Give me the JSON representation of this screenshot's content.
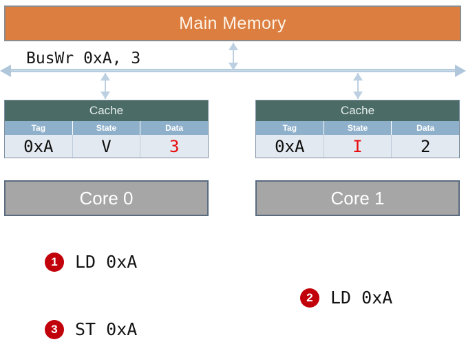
{
  "diagram": {
    "memory": {
      "label": "Main Memory",
      "color": "#DC7E3F"
    },
    "bus": {
      "label": "BusWr 0xA, 3",
      "color": "#C9D9E8"
    },
    "caches": [
      {
        "title": "Cache",
        "columns": [
          "Tag",
          "State",
          "Data"
        ],
        "row": {
          "tag": "0xA",
          "state": "V",
          "data": "3"
        },
        "highlight": "data",
        "highlight_color": "#E8090A"
      },
      {
        "title": "Cache",
        "columns": [
          "Tag",
          "State",
          "Data"
        ],
        "row": {
          "tag": "0xA",
          "state": "I",
          "data": "2"
        },
        "highlight": "state",
        "highlight_color": "#E8090A"
      }
    ],
    "cores": [
      {
        "label": "Core 0"
      },
      {
        "label": "Core 1"
      }
    ],
    "steps": [
      {
        "number": "1",
        "text": "LD 0xA"
      },
      {
        "number": "2",
        "text": "LD 0xA"
      },
      {
        "number": "3",
        "text": "ST 0xA"
      }
    ],
    "badge_color": "#C2020B"
  }
}
